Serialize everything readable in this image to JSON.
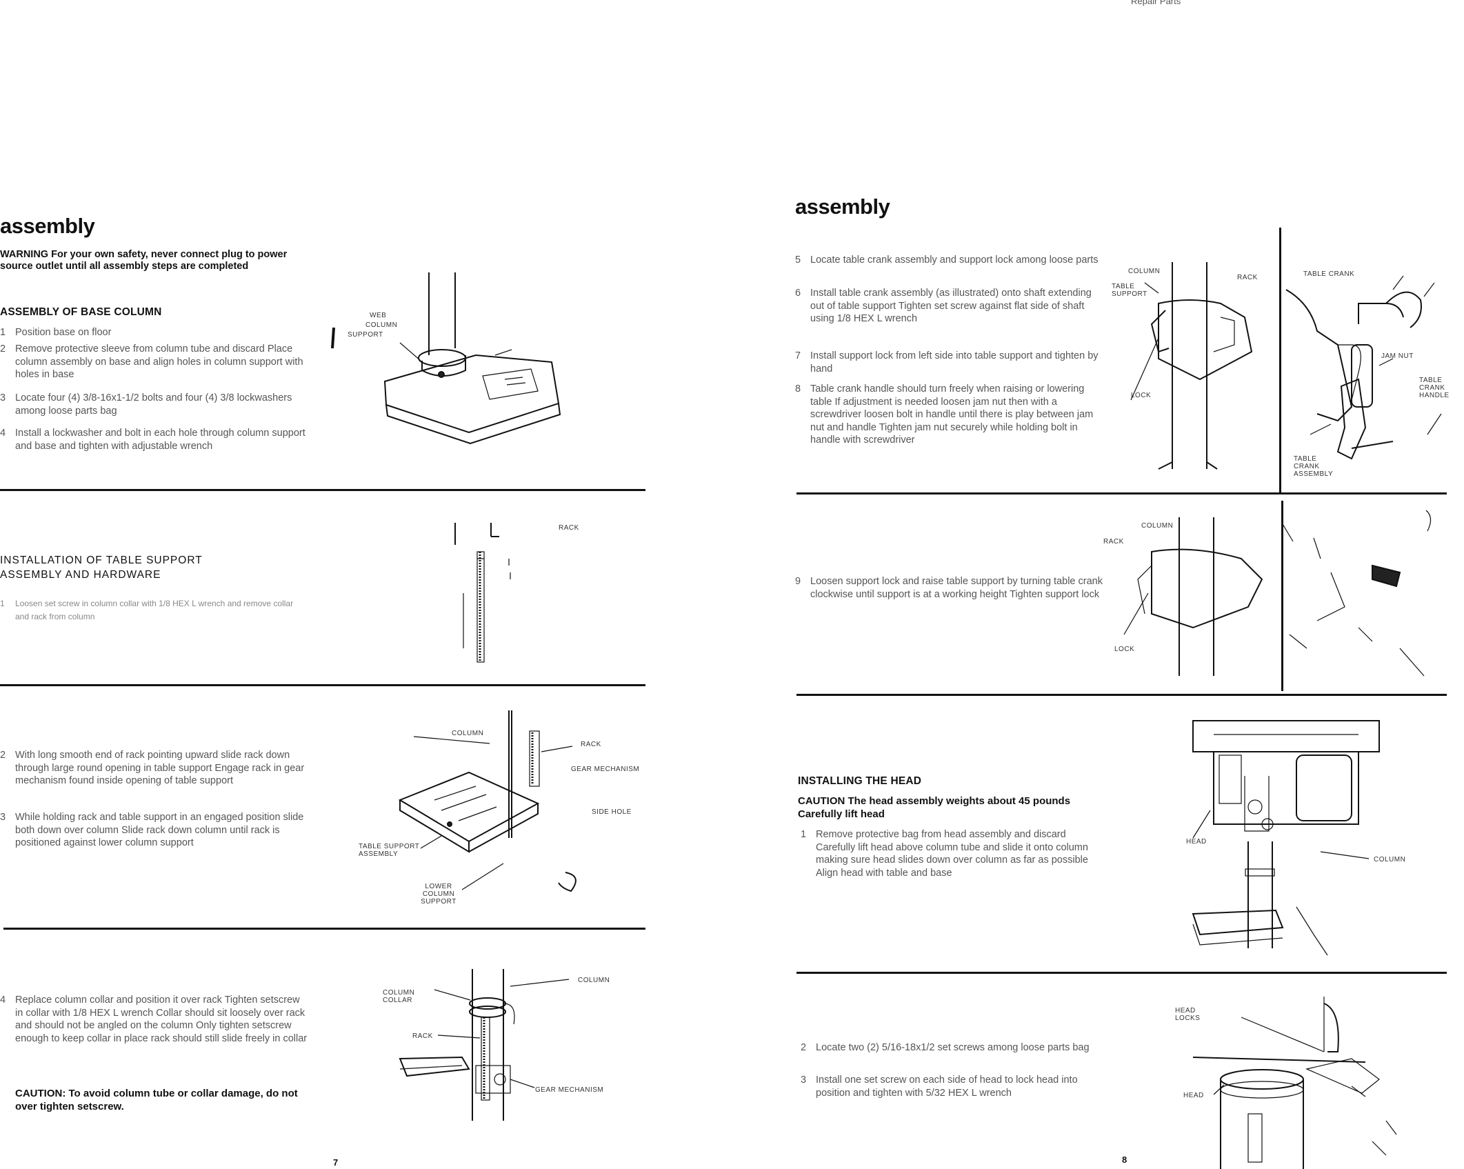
{
  "header": {
    "corner_text": "Repair Parts"
  },
  "left_page": {
    "title": "assembly",
    "warning": "WARNING For your own safety, never connect plug to power source outlet until all assembly steps are completed",
    "sec1": {
      "heading": "ASSEMBLY OF BASE COLUMN",
      "steps": [
        {
          "n": "1",
          "text": "Position base on floor"
        },
        {
          "n": "2",
          "text": "Remove protective sleeve from column tube and discard Place column assembly on base and align holes in column support with holes in base"
        },
        {
          "n": "3",
          "text": "Locate four (4) 3/8-16x1-1/2 bolts and four (4) 3/8 lockwashers among loose parts bag"
        },
        {
          "n": "4",
          "text": "Install a lockwasher and bolt in each hole through column support and base and tighten with adjustable wrench"
        }
      ],
      "labels": [
        "WEB",
        "COLUMN",
        "SUPPORT"
      ]
    },
    "sec2": {
      "heading_line1": "INSTALLATION OF TABLE SUPPORT",
      "heading_line2": "ASSEMBLY AND HARDWARE",
      "steps": [
        {
          "n": "1",
          "text": "Loosen set screw in column collar with 1/8 HEX L wrench and remove collar and rack from column"
        }
      ],
      "labels": [
        "RACK"
      ]
    },
    "sec3": {
      "steps": [
        {
          "n": "2",
          "text": "With long smooth end of rack pointing upward slide rack down through large round opening in table support Engage rack in gear mechanism found inside opening of table support"
        },
        {
          "n": "3",
          "text": "While holding rack and table support in an engaged position slide both down over column Slide rack down column until rack is positioned against lower column support"
        }
      ],
      "labels": {
        "column": "COLUMN",
        "rack": "RACK",
        "gear": "GEAR MECHANISM",
        "hole": "SIDE HOLE",
        "table": "TABLE SUPPORT ASSEMBLY",
        "lower": "LOWER COLUMN SUPPORT"
      }
    },
    "sec4": {
      "steps": [
        {
          "n": "4",
          "text": "Replace column collar and position it over rack Tighten setscrew in collar with 1/8 HEX L wrench Collar should sit loosely over rack and should not be angled on the column Only tighten setscrew enough to keep collar in place rack should still slide freely in collar"
        }
      ],
      "caution": "CAUTION: To avoid column tube or collar damage, do not over tighten setscrew.",
      "labels": {
        "collar": "COLUMN COLLAR",
        "rack": "RACK",
        "column": "COLUMN",
        "gear": "GEAR MECHANISM"
      }
    },
    "page_number": "7"
  },
  "right_page": {
    "title": "assembly",
    "sec1": {
      "steps": [
        {
          "n": "5",
          "text": "Locate table crank assembly and support lock among loose parts"
        },
        {
          "n": "6",
          "text": "Install table crank assembly (as illustrated) onto shaft extending out of table support Tighten set screw against flat side of shaft using 1/8 HEX L wrench"
        },
        {
          "n": "7",
          "text": "Install support lock from left side into table support and tighten by hand"
        },
        {
          "n": "8",
          "text": "Table crank handle should turn freely when raising or lowering table If adjustment is needed loosen jam nut then with a screwdriver loosen bolt in handle until there is play between jam nut and handle Tighten jam nut securely while holding bolt in handle with screwdriver"
        }
      ],
      "labels": {
        "column": "COLUMN",
        "table_support": "TABLE SUPPORT",
        "rack": "RACK",
        "lock": "LOCK",
        "table_crank": "TABLE CRANK",
        "jam_nut": "JAM NUT",
        "crank_handle": "TABLE CRANK HANDLE",
        "crank_assembly": "TABLE CRANK ASSEMBLY"
      }
    },
    "sec2": {
      "steps": [
        {
          "n": "9",
          "text": "Loosen support lock and raise table support by turning table crank clockwise until support is at a working height Tighten support lock"
        }
      ],
      "labels": {
        "column": "COLUMN",
        "rack": "RACK",
        "lock": "LOCK"
      }
    },
    "sec3": {
      "heading": "INSTALLING THE HEAD",
      "caution": "CAUTION The head assembly weights about 45 pounds Carefully lift head",
      "steps": [
        {
          "n": "1",
          "text": "Remove protective bag from head assembly and discard Carefully lift head above column tube and slide it onto column making sure head slides down over column as far as possible Align head with table and base"
        }
      ],
      "labels": {
        "head": "HEAD",
        "column": "COLUMN"
      }
    },
    "sec4": {
      "steps": [
        {
          "n": "2",
          "text": "Locate two (2) 5/16-18x1/2 set screws among loose parts bag"
        },
        {
          "n": "3",
          "text": "Install one set screw on each side of head to lock head into position and tighten with 5/32 HEX L wrench"
        }
      ],
      "labels": {
        "head_locks": "HEAD LOCKS",
        "head": "HEAD"
      }
    },
    "page_number": "8"
  }
}
